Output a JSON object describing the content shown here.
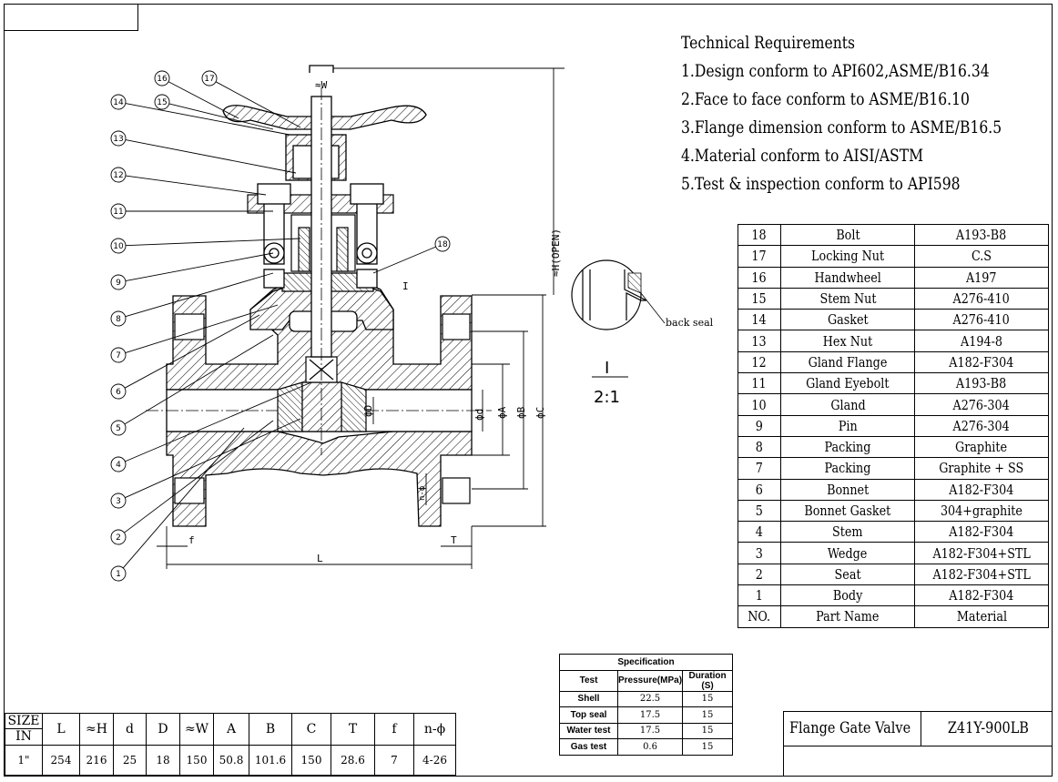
{
  "technical_requirements": {
    "title": "Technical Requirements",
    "items": [
      "1.Design conform to API602,ASME/B16.34",
      "2.Face to face conform to ASME/B16.10",
      "3.Flange dimension conform to ASME/B16.5",
      "4.Material conform to AISI/ASTM",
      "5.Test & inspection conform to API598"
    ]
  },
  "parts_table": {
    "header": {
      "no": "NO.",
      "name": "Part Name",
      "material": "Material"
    },
    "rows": [
      {
        "no": "18",
        "name": "Bolt",
        "material": "A193-B8"
      },
      {
        "no": "17",
        "name": "Locking Nut",
        "material": "C.S"
      },
      {
        "no": "16",
        "name": "Handwheel",
        "material": "A197"
      },
      {
        "no": "15",
        "name": "Stem Nut",
        "material": "A276-410"
      },
      {
        "no": "14",
        "name": "Gasket",
        "material": "A276-410"
      },
      {
        "no": "13",
        "name": "Hex Nut",
        "material": "A194-8"
      },
      {
        "no": "12",
        "name": "Gland Flange",
        "material": "A182-F304"
      },
      {
        "no": "11",
        "name": "Gland Eyebolt",
        "material": "A193-B8"
      },
      {
        "no": "10",
        "name": "Gland",
        "material": "A276-304"
      },
      {
        "no": "9",
        "name": "Pin",
        "material": "A276-304"
      },
      {
        "no": "8",
        "name": "Packing",
        "material": "Graphite"
      },
      {
        "no": "7",
        "name": "Packing",
        "material": "Graphite + SS"
      },
      {
        "no": "6",
        "name": "Bonnet",
        "material": "A182-F304"
      },
      {
        "no": "5",
        "name": "Bonnet Gasket",
        "material": "304+graphite"
      },
      {
        "no": "4",
        "name": "Stem",
        "material": "A182-F304"
      },
      {
        "no": "3",
        "name": "Wedge",
        "material": "A182-F304+STL"
      },
      {
        "no": "2",
        "name": "Seat",
        "material": "A182-F304+STL"
      },
      {
        "no": "1",
        "name": "Body",
        "material": "A182-F304"
      }
    ]
  },
  "specification": {
    "title": "Specification",
    "headers": [
      "Test",
      "Pressure(MPa)",
      "Duration (S)"
    ],
    "rows": [
      {
        "test": "Shell",
        "pressure": "22.5",
        "duration": "15"
      },
      {
        "test": "Top seal",
        "pressure": "17.5",
        "duration": "15"
      },
      {
        "test": "Water test",
        "pressure": "17.5",
        "duration": "15"
      },
      {
        "test": "Gas test",
        "pressure": "0.6",
        "duration": "15"
      }
    ]
  },
  "dimensions_table": {
    "size_label": "SIZE",
    "unit_label": "IN",
    "headers": [
      "L",
      "≈H",
      "d",
      "D",
      "≈W",
      "A",
      "B",
      "C",
      "T",
      "f",
      "n-ϕ"
    ],
    "size": "1\"",
    "values": [
      "254",
      "216",
      "25",
      "18",
      "150",
      "50.8",
      "101.6",
      "150",
      "28.6",
      "7",
      "4-26"
    ]
  },
  "title_block": {
    "name": "Flange Gate Valve",
    "model": "Z41Y-900LB"
  },
  "drawing": {
    "balloons": [
      "1",
      "2",
      "3",
      "4",
      "5",
      "6",
      "7",
      "8",
      "9",
      "10",
      "11",
      "12",
      "13",
      "14",
      "15",
      "16",
      "17",
      "18"
    ],
    "dim_labels": {
      "W": "≈W",
      "H": "≈H(OPEN)",
      "d": "ϕd",
      "D": "ϕD",
      "A": "ϕA",
      "B": "ϕB",
      "C": "ϕC",
      "L": "L",
      "T": "T",
      "f": "f",
      "n": "n-ϕ",
      "detail_ref": "I"
    },
    "detail": {
      "label": "I",
      "scale": "2:1",
      "note": "back seal"
    }
  }
}
